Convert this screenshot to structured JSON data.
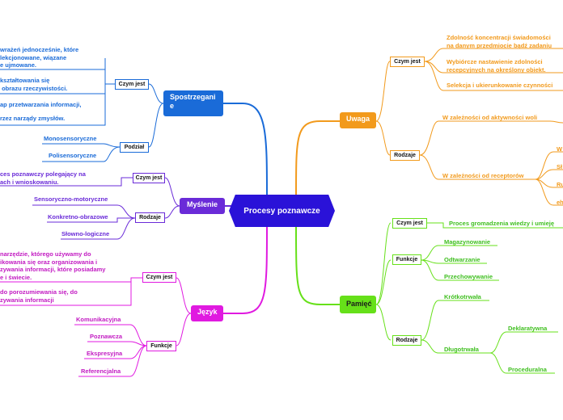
{
  "center": "Procesy poznawcze",
  "colors": {
    "center": "#2a12d8",
    "spostrzeganie": "#1a6bd8",
    "myslenie": "#6a2bd8",
    "jezyk": "#e01ae0",
    "uwaga": "#f29a1c",
    "pamiec": "#66e019"
  },
  "spostrzeganie": {
    "title": "Spostrzegani e",
    "czym_jest": "Czym jest",
    "czym_jest_items": [
      "wrażeń jednocześnie, które\nlekcjonowane, wiązane\ne ujmowane.",
      "kształtowania się\n obrazu rzeczywistości.",
      "ap przetwarzania informacji,",
      "rzez narządy zmysłów."
    ],
    "podzial": "Podział",
    "podzial_items": [
      "Monosensoryczne",
      "Polisensoryczne"
    ]
  },
  "myslenie": {
    "title": "Myślenie",
    "czym_jest": "Czym jest",
    "czym_jest_items": [
      "ces poznawczy polegający na\nach i wnioskowaniu."
    ],
    "rodzaje": "Rodzaje",
    "rodzaje_items": [
      "Sensoryczno-motoryczne",
      "Konkretno-obrazowe",
      "Słowno-logiczne"
    ]
  },
  "jezyk": {
    "title": "Język",
    "czym_jest": "Czym jest",
    "czym_jest_items": [
      "narzędzie, którego używamy do\nikowania się oraz organizowania i\nzywania informacji, które posiadamy\ne i świecie.",
      "do porozumiewania się, do\nzywania informacji"
    ],
    "funkcje": "Funkcje",
    "funkcje_items": [
      "Komunikacyjna",
      "Poznawcza",
      "Ekspresyjna",
      "Referencjalna"
    ]
  },
  "uwaga": {
    "title": "Uwaga",
    "czym_jest": "Czym jest",
    "czym_jest_items": [
      "Zdolność koncentracji świadomości\nna danym przedmiocie bądź zadaniu",
      "Wybiórcze nastawienie zdolności\nrecepcyjnych na określony obiekt.",
      "Selekcja i ukierunkowanie czynności"
    ],
    "rodzaje": "Rodzaje",
    "rodzaje_items": [
      "W zależności od aktywności woli",
      "W zależności od receptorów"
    ],
    "receptor_items": [
      "W",
      "Sł",
      "Ru",
      "eh"
    ]
  },
  "pamiec": {
    "title": "Pamięć",
    "czym_jest": "Czym jest",
    "czym_jest_items": [
      "Proces gromadzenia wiedzy i umieję"
    ],
    "funkcje": "Funkcje",
    "funkcje_items": [
      "Magazynowanie",
      "Odtwarzanie",
      "Przechowywanie"
    ],
    "rodzaje": "Rodzaje",
    "rodzaje_items": [
      "Krótkotrwała",
      "Długotrwała"
    ],
    "dlugotrwala_items": [
      "Deklaratywna",
      "Proceduralna"
    ]
  }
}
